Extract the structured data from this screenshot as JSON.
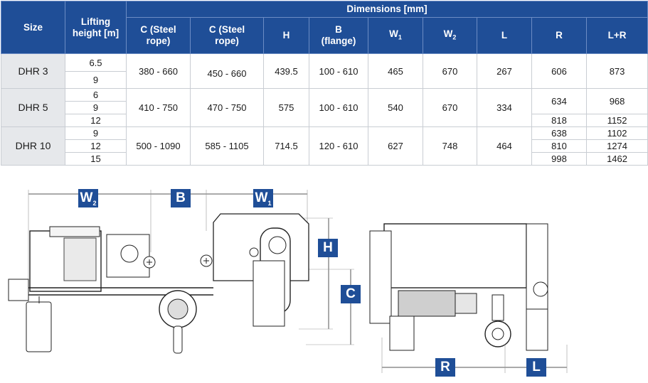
{
  "table": {
    "headers": {
      "size": "Size",
      "lifting_height": "Lifting height [m]",
      "dimensions": "Dimensions [mm]",
      "c_steel_rope_1": "C (Steel rope)",
      "c_steel_rope_2": "C (Steel rope)",
      "h": "H",
      "b_flange": "B (flange)",
      "w1": "W",
      "w1_sub": "1",
      "w2": "W",
      "w2_sub": "2",
      "l": "L",
      "r": "R",
      "l_plus_r": "L+R"
    },
    "rows": [
      {
        "size": "DHR 3",
        "heights": [
          "6.5",
          "9"
        ],
        "c1": "380 - 660",
        "c2": "450 - 660",
        "h": "439.5",
        "b": "100 - 610",
        "w1": "465",
        "w2": "670",
        "l": "267",
        "r": [
          "606"
        ],
        "lr": [
          "873"
        ]
      },
      {
        "size": "DHR 5",
        "heights": [
          "6",
          "9",
          "12"
        ],
        "c1": "410 - 750",
        "c2": "470 - 750",
        "h": "575",
        "b": "100 - 610",
        "w1": "540",
        "w2": "670",
        "l": "334",
        "r": [
          "634",
          "818"
        ],
        "lr": [
          "968",
          "1152"
        ]
      },
      {
        "size": "DHR 10",
        "heights": [
          "9",
          "12",
          "15"
        ],
        "c1": "500 - 1090",
        "c2": "585 - 1105",
        "h": "714.5",
        "b": "120 - 610",
        "w1": "627",
        "w2": "748",
        "l": "464",
        "r": [
          "638",
          "810",
          "998"
        ],
        "lr": [
          "1102",
          "1274",
          "1462"
        ]
      }
    ]
  },
  "drawing_labels": {
    "w2": "W",
    "w2_sub": "2",
    "b": "B",
    "w1": "W",
    "w1_sub": "1",
    "h": "H",
    "c": "C",
    "r": "R",
    "l": "L"
  },
  "colors": {
    "header_blue": "#1f4e97",
    "size_cell_gray": "#e6e8eb"
  }
}
